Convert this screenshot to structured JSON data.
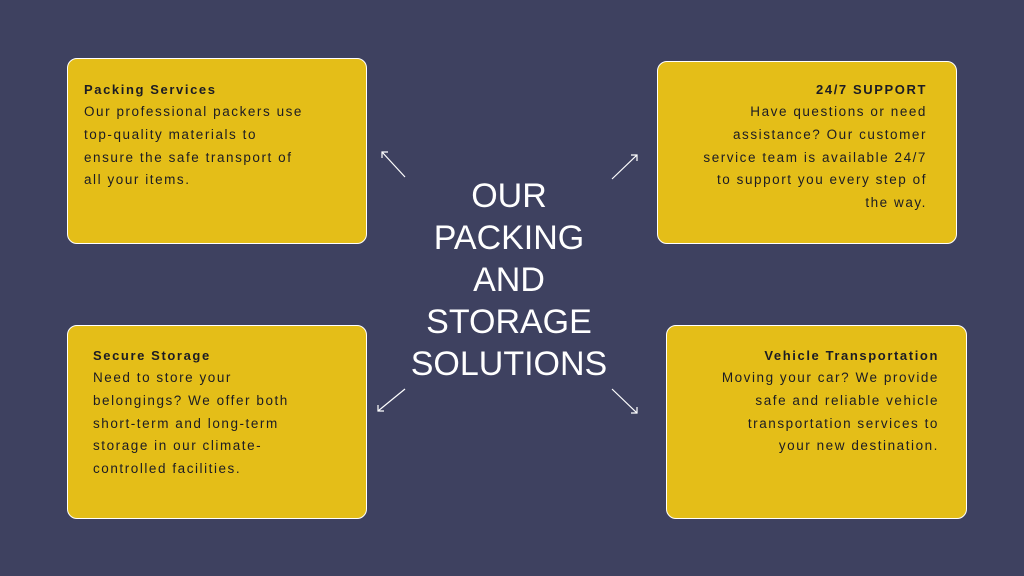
{
  "center": {
    "title_lines": [
      "OUR",
      "PACKING",
      "AND",
      "STORAGE",
      "SOLUTIONS"
    ]
  },
  "cards": {
    "packing": {
      "title": "Packing Services",
      "lines": [
        "Our professional packers use",
        "top-quality materials to",
        "ensure the safe transport of",
        "all your items."
      ]
    },
    "support": {
      "title": "24/7 SUPPORT",
      "lines": [
        "Have questions or need",
        "assistance? Our customer",
        "service team is available 24/7",
        "to support you every step of",
        "the way."
      ]
    },
    "storage": {
      "title": "Secure Storage",
      "lines": [
        "Need to store your",
        "belongings? We offer both",
        "short-term and long-term",
        "storage in our climate-",
        "controlled facilities."
      ]
    },
    "vehicle": {
      "title": "Vehicle Transportation",
      "lines": [
        "Moving your car? We provide",
        "safe and reliable vehicle",
        "transportation services to",
        "your new destination."
      ]
    }
  },
  "colors": {
    "background": "#3e4160",
    "card": "#e4be18",
    "card_border": "#ffffff",
    "text_dark": "#1c1c24",
    "text_light": "#ffffff"
  },
  "icons": [
    "arrow-up-left-icon",
    "arrow-up-right-icon",
    "arrow-down-left-icon",
    "arrow-down-right-icon"
  ]
}
